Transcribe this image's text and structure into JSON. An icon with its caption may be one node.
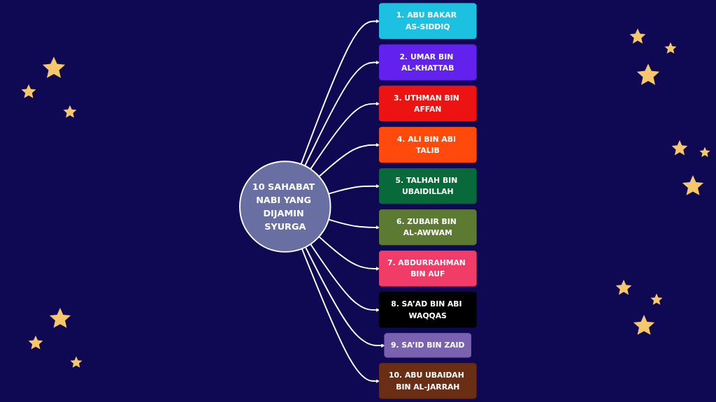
{
  "diagram": {
    "nodes": [
      {
        "text": [
          "10 SAHABAT NABI YANG DIJAMIN SYURGA"
        ]
      },
      {
        "text": [
          "1. ABU BAKAR AS-SIDDIQ"
        ]
      },
      {
        "text": [
          "2. UMAR BIN AL-KHATTAB"
        ]
      },
      {
        "text": [
          "3. UTHMAN BIN AFFAN"
        ]
      },
      {
        "text": [
          "4. ALI BIN ABI TALIB"
        ]
      },
      {
        "text": [
          "5. TALHAH BIN UBAIDILLAH"
        ]
      },
      {
        "text": [
          "6. ZUBAIR BIN AL-AWWAM"
        ]
      },
      {
        "text": [
          "7. ABDURRAHMAN BIN AUF"
        ]
      },
      {
        "text": [
          "8. SA’AD BIN ABI WAQQAS"
        ]
      },
      {
        "text": [
          "9. SA’ID BIN ZAID"
        ]
      },
      {
        "text": [
          "10. ABU UBAIDAH BIN AL-JARRAH"
        ]
      }
    ],
    "edges": [
      {
        "from": 0,
        "to": 1,
        "arrow": "to"
      },
      {
        "from": 0,
        "to": 2,
        "arrow": "to"
      },
      {
        "from": 0,
        "to": 3,
        "arrow": "to"
      },
      {
        "from": 0,
        "to": 4,
        "arrow": "to"
      },
      {
        "from": 0,
        "to": 5,
        "arrow": "to"
      },
      {
        "from": 0,
        "to": 6,
        "arrow": "to"
      },
      {
        "from": 0,
        "to": 7,
        "arrow": "to"
      },
      {
        "from": 0,
        "to": 8,
        "arrow": "to"
      },
      {
        "from": 0,
        "to": 9,
        "arrow": "to"
      },
      {
        "from": 0,
        "to": 10,
        "arrow": "to"
      }
    ]
  }
}
